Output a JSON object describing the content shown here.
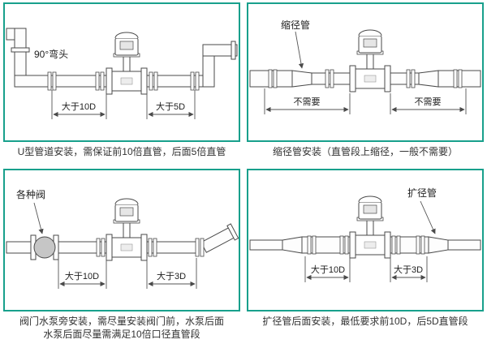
{
  "colors": {
    "border": "#18a08c",
    "line": "#4a4a4a",
    "text": "#333333"
  },
  "panels": [
    {
      "id": "u-pipe",
      "label": "90°弯头",
      "dim_left": "大于10D",
      "dim_right": "大于5D",
      "caption": "U型管道安装，需保证前10倍直管，后面5倍直管"
    },
    {
      "id": "reducer",
      "label": "缩径管",
      "dim_left": "不需要",
      "dim_right": "不需要",
      "caption": "缩径管安装（直管段上缩径，一般不需要）"
    },
    {
      "id": "valve-pump",
      "label": "各种阀",
      "dim_left": "大于10D",
      "dim_right": "大于3D",
      "caption": "阀门水泵旁安装，需尽量安装阀门前，水泵后面",
      "caption2": "水泵后面尽量需满足10倍口径直管段"
    },
    {
      "id": "expander",
      "label": "扩径管",
      "dim_left": "大于10D",
      "dim_right": "大于3D",
      "caption": "扩径管后面安装，最低要求前10D，后5D直管段"
    }
  ]
}
